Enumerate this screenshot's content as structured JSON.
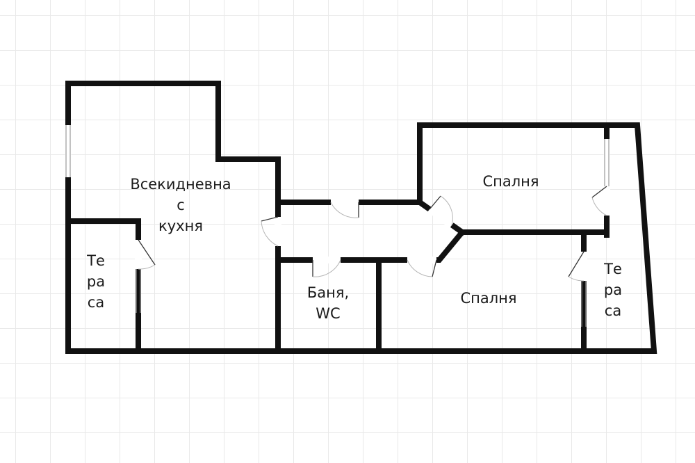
{
  "plan": {
    "rooms": {
      "living": {
        "lines": [
          "Всекидневна",
          "с",
          "кухня"
        ]
      },
      "terrace_left": {
        "lines": [
          "Те",
          "ра",
          "са"
        ]
      },
      "bathroom": {
        "lines": [
          "Баня,",
          "WC"
        ]
      },
      "bedroom_top": {
        "lines": [
          "Спалня"
        ]
      },
      "bedroom_bottom": {
        "lines": [
          "Спалня"
        ]
      },
      "terrace_right": {
        "lines": [
          "Те",
          "ра",
          "са"
        ]
      }
    },
    "colors": {
      "wall": "#111111",
      "grid": "#e9e9e9",
      "background": "#ffffff"
    }
  }
}
